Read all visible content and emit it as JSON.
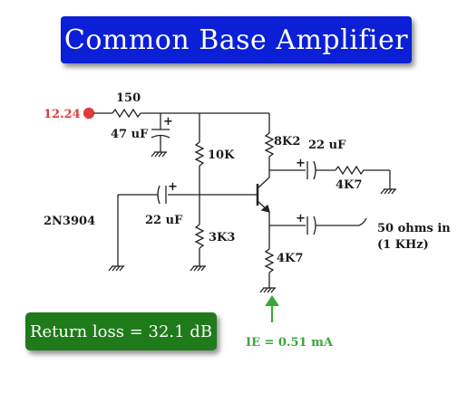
{
  "title": "Common Base Amplifier",
  "supply": {
    "voltage_label": "12.24"
  },
  "components": {
    "r_supply": "150",
    "c_supply": "47 uF",
    "r_base_top": "10K",
    "r_base_bottom": "3K3",
    "c_base": "22 uF",
    "transistor": "2N3904",
    "r_collector": "8K2",
    "c_output": "22 uF",
    "r_load": "4K7",
    "r_emitter": "4K7"
  },
  "input": {
    "label_line1": "50 ohms in",
    "label_line2": "(1 KHz)"
  },
  "current": {
    "label": "IE = 0.51 mA"
  },
  "result": {
    "label": "Return loss = 32.1 dB"
  },
  "colors": {
    "banner": "#0a1fd6",
    "result_box": "#1f7a1a",
    "supply_dot": "#e23a3a",
    "arrow": "#3aa63a"
  }
}
